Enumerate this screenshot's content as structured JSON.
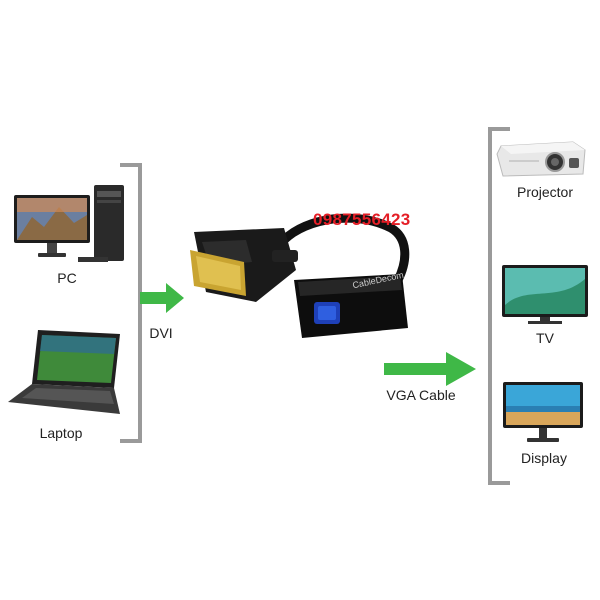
{
  "labels": {
    "pc": "PC",
    "laptop": "Laptop",
    "dvi": "DVI",
    "vga_cable": "VGA Cable",
    "projector": "Projector",
    "tv": "TV",
    "display": "Display"
  },
  "watermark": "0987556423",
  "brand_text": "CableDecom",
  "colors": {
    "arrow": "#3fb847",
    "bracket": "#9a9a9a",
    "watermark": "#e41e26"
  }
}
